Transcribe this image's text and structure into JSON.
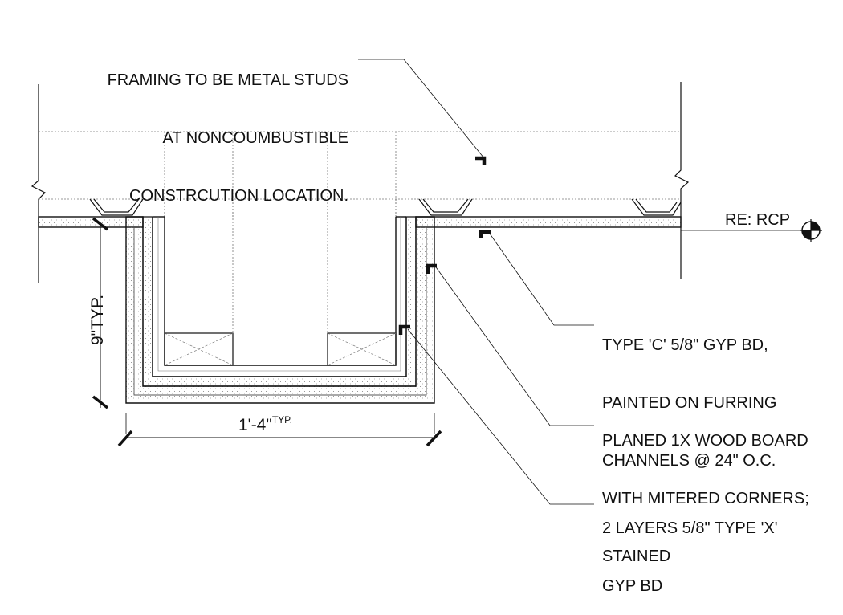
{
  "notes": {
    "framing": [
      "FRAMING TO BE METAL STUDS",
      "AT NONCOUMBUSTIBLE",
      "CONSTRCUTION LOCATION."
    ],
    "gyp_c": [
      "TYPE 'C' 5/8\" GYP BD,",
      "PAINTED ON FURRING",
      "CHANNELS @ 24\" O.C."
    ],
    "wood_board": [
      "PLANED 1X WOOD BOARD",
      "WITH MITERED CORNERS;",
      "STAINED"
    ],
    "gyp_x": [
      "2 LAYERS 5/8\" TYPE 'X'",
      "GYP BD"
    ]
  },
  "dimensions": {
    "height_value": "9\"",
    "height_suffix": "TYP.",
    "width_value": "1'-4\"",
    "width_suffix": "TYP."
  },
  "reference": {
    "label": "RE: RCP"
  }
}
